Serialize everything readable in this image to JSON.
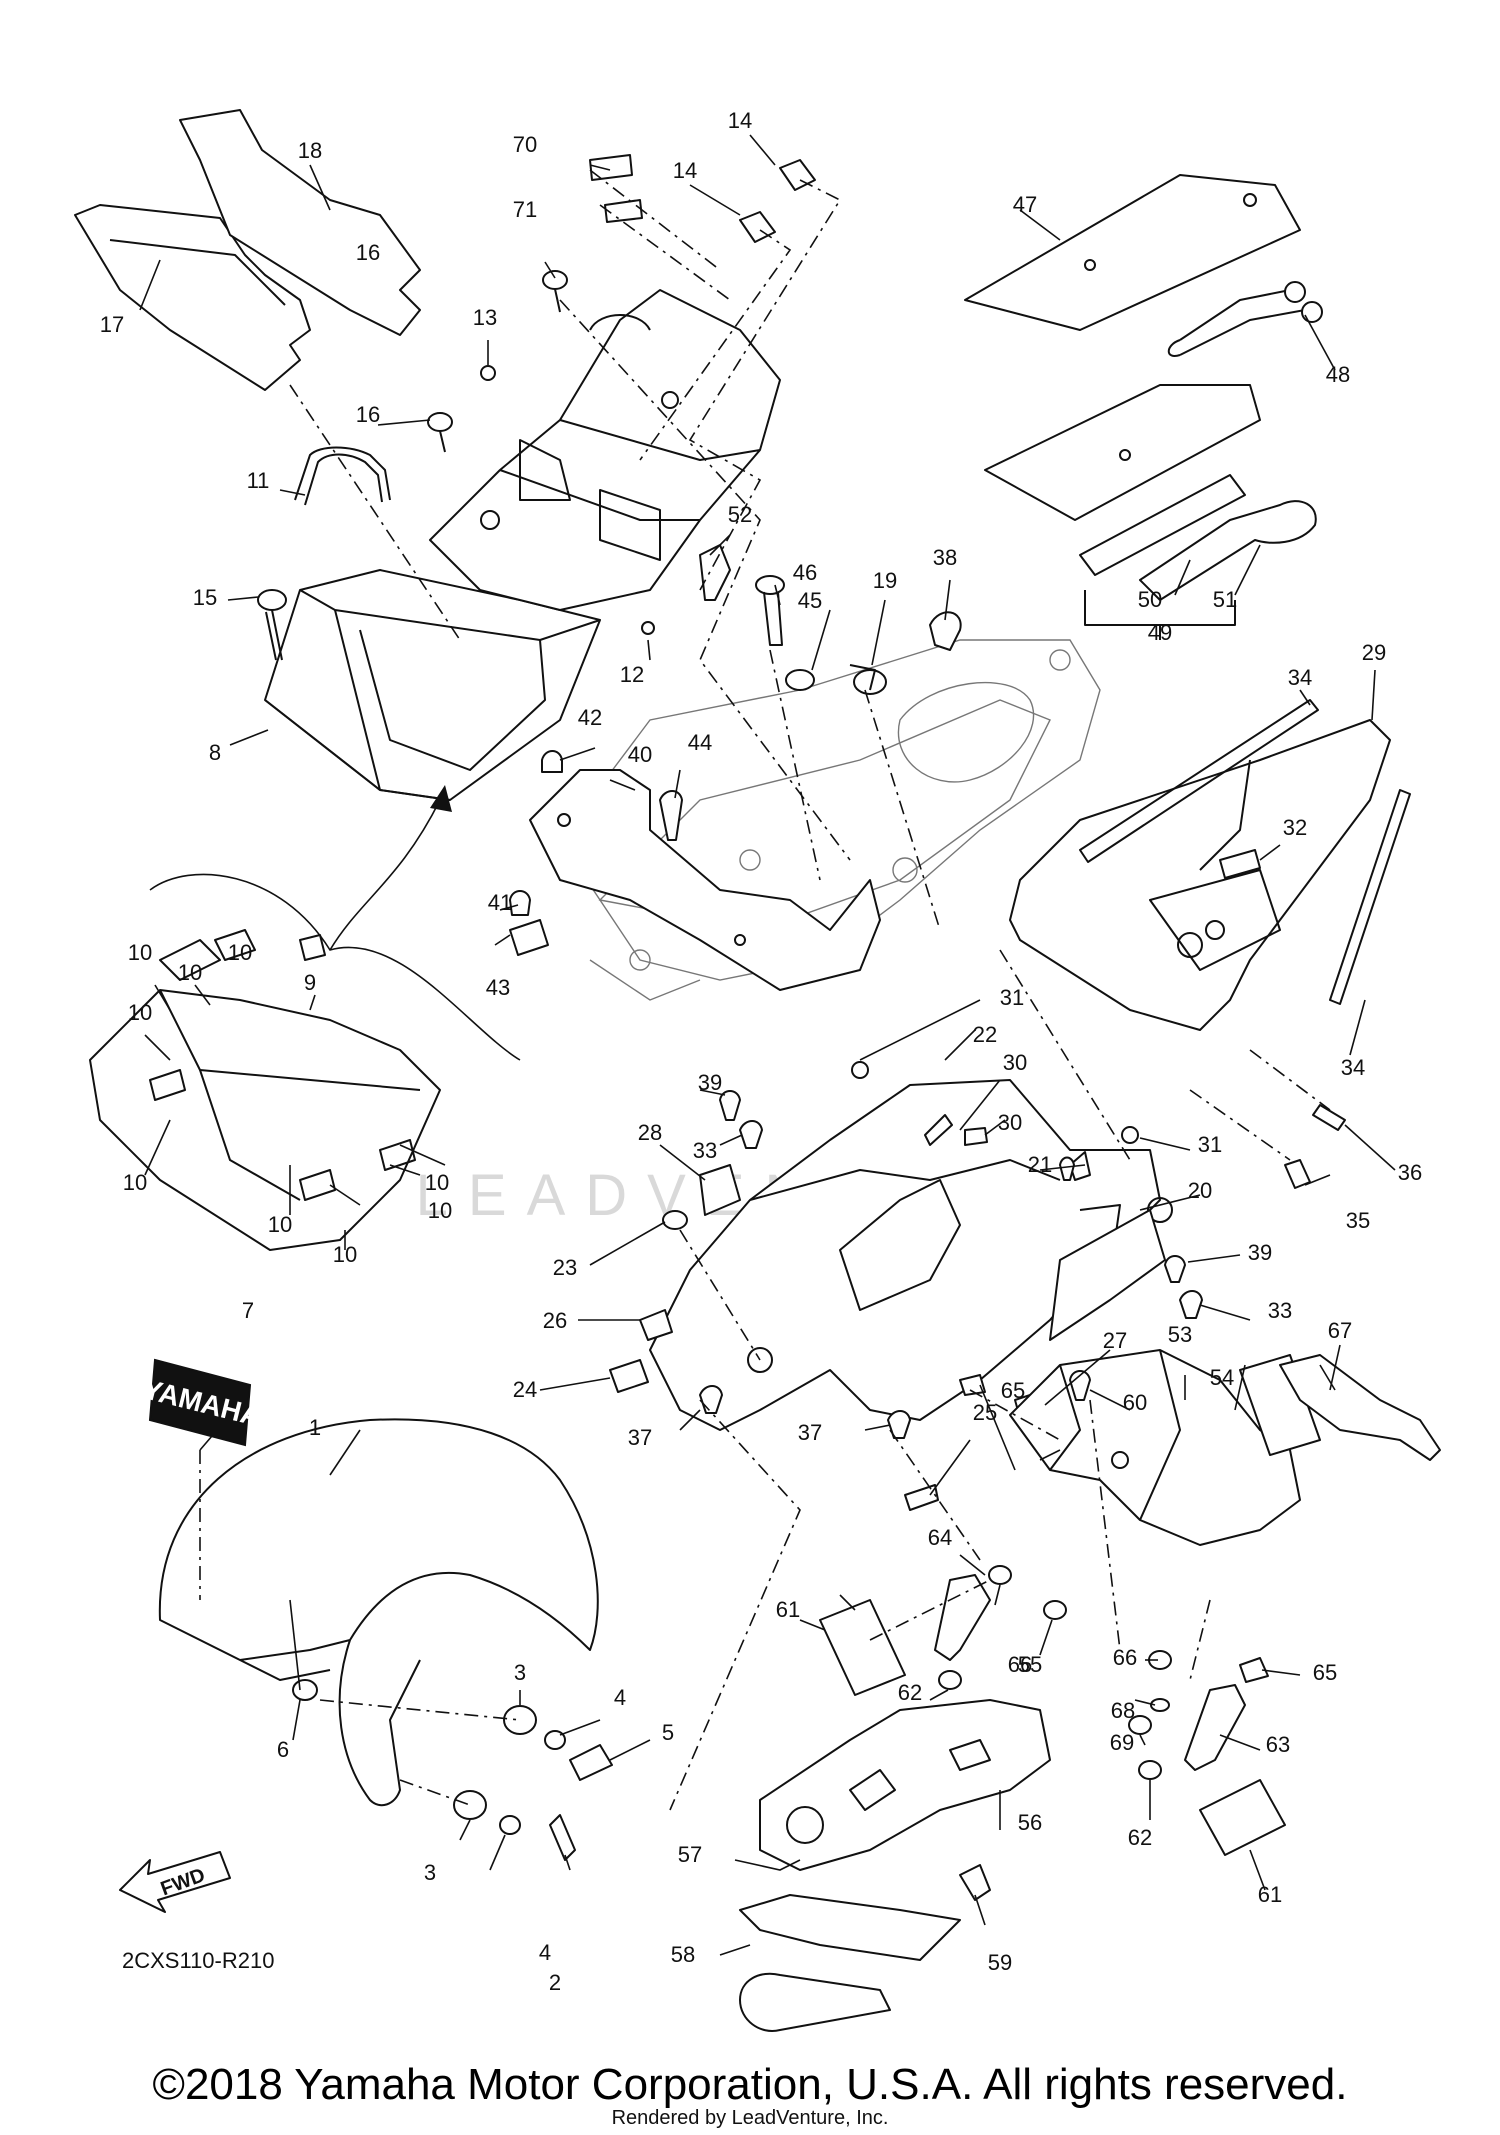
{
  "diagram": {
    "watermark": "LEADVENTURE",
    "decal_text": "YAMAHA",
    "fwd_label": "FWD",
    "diagram_code": "2CXS110-R210",
    "callouts": [
      "1",
      "2",
      "3",
      "3",
      "4",
      "4",
      "5",
      "6",
      "7",
      "8",
      "9",
      "10",
      "10",
      "10",
      "10",
      "10",
      "10",
      "10",
      "10",
      "10",
      "11",
      "12",
      "13",
      "14",
      "14",
      "15",
      "16",
      "16",
      "17",
      "18",
      "19",
      "20",
      "21",
      "22",
      "23",
      "24",
      "25",
      "26",
      "27",
      "28",
      "29",
      "30",
      "30",
      "31",
      "31",
      "32",
      "33",
      "33",
      "34",
      "34",
      "35",
      "36",
      "37",
      "37",
      "38",
      "39",
      "39",
      "40",
      "41",
      "42",
      "43",
      "44",
      "45",
      "46",
      "47",
      "48",
      "49",
      "50",
      "51",
      "52",
      "53",
      "54",
      "55",
      "56",
      "57",
      "58",
      "59",
      "60",
      "61",
      "61",
      "62",
      "62",
      "63",
      "64",
      "65",
      "65",
      "66",
      "66",
      "67",
      "68",
      "69",
      "70",
      "71"
    ]
  },
  "footer": {
    "copyright": "©2018 Yamaha Motor Corporation, U.S.A. All rights reserved.",
    "rendered_by": "Rendered by LeadVenture, Inc."
  }
}
